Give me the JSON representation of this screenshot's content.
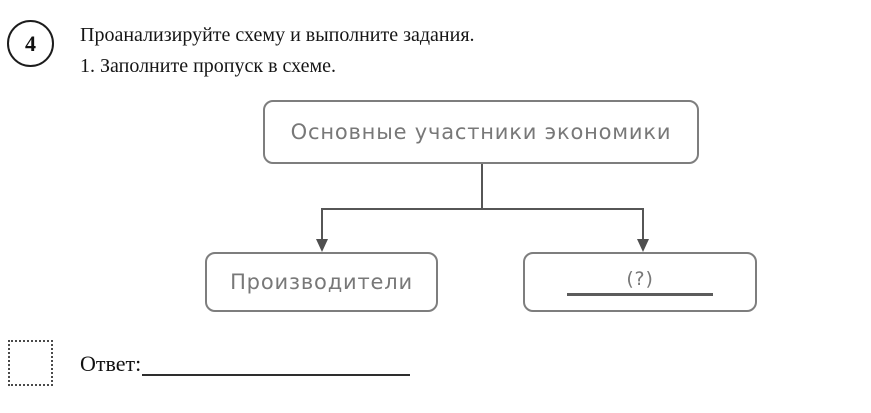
{
  "task": {
    "number": "4",
    "instruction": "Проанализируйте схему и выполните задания.",
    "subtask": "1. Заполните пропуск в схеме."
  },
  "diagram": {
    "root": {
      "label": "Основные участники экономики"
    },
    "children": [
      {
        "label": "Производители"
      },
      {
        "label": "(?)",
        "blank": true
      }
    ]
  },
  "answer": {
    "label": "Ответ:"
  },
  "colors": {
    "box_border": "#7e7e7e",
    "box_text": "#787878",
    "connector": "#565656",
    "body_text": "#151515"
  }
}
